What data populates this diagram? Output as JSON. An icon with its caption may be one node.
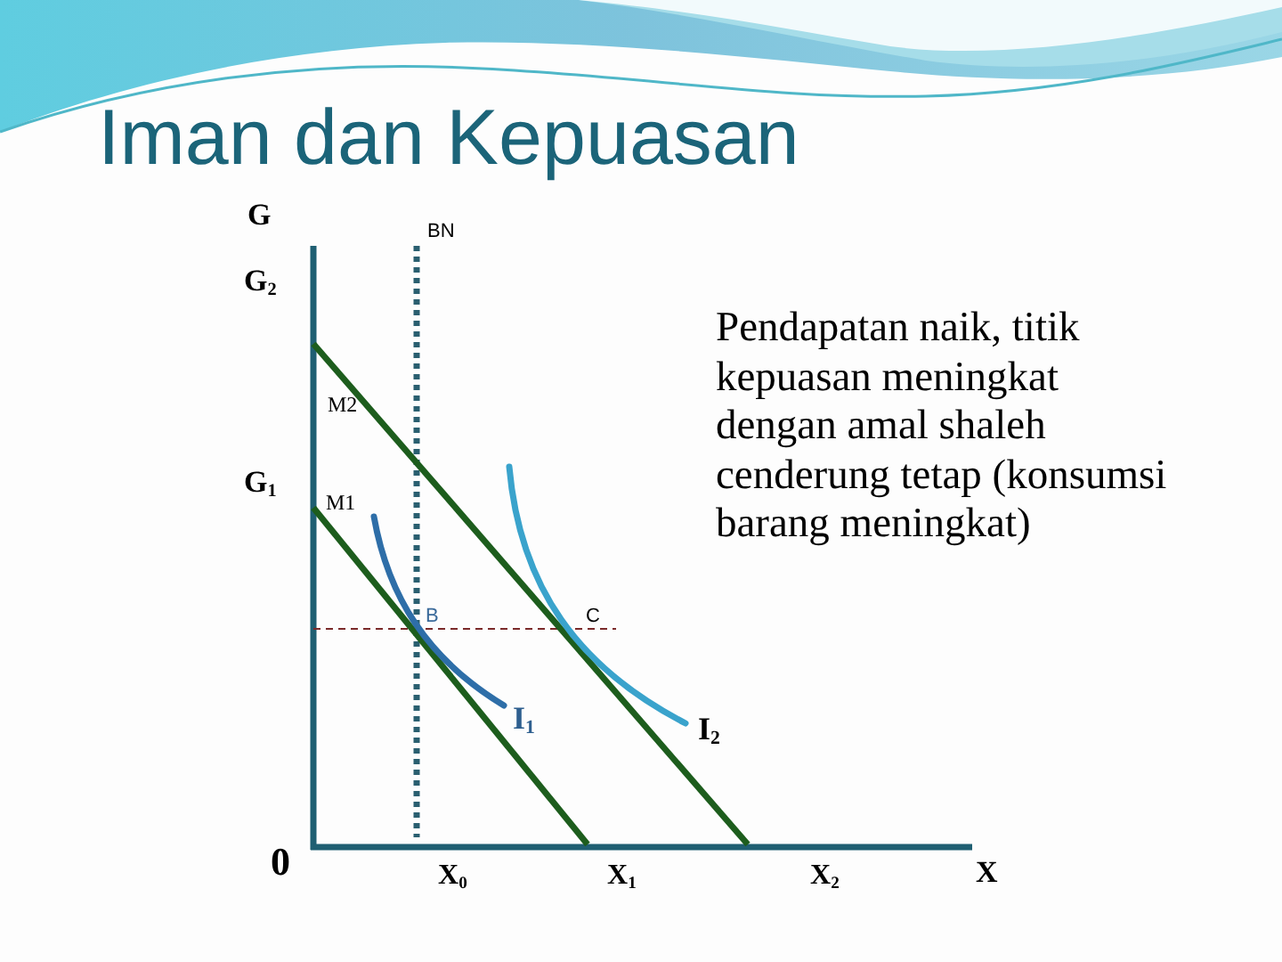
{
  "diagram": {
    "title": "Iman dan Kepuasan",
    "labels": [
      "G",
      "BN",
      "G$_{2}$",
      "Pendapatan naik, titik kepuasan meningkat dengan amal shaleh cenderung tetap (konsumsi barang meningkat)",
      "M2",
      "G$_{1}$",
      "M1",
      "B",
      "C",
      "I$_{1}$",
      "I$_{2}$",
      "0",
      "X$_{0}$",
      "X$_{1}$",
      "X$_{2}$",
      "X"
    ]
  }
}
